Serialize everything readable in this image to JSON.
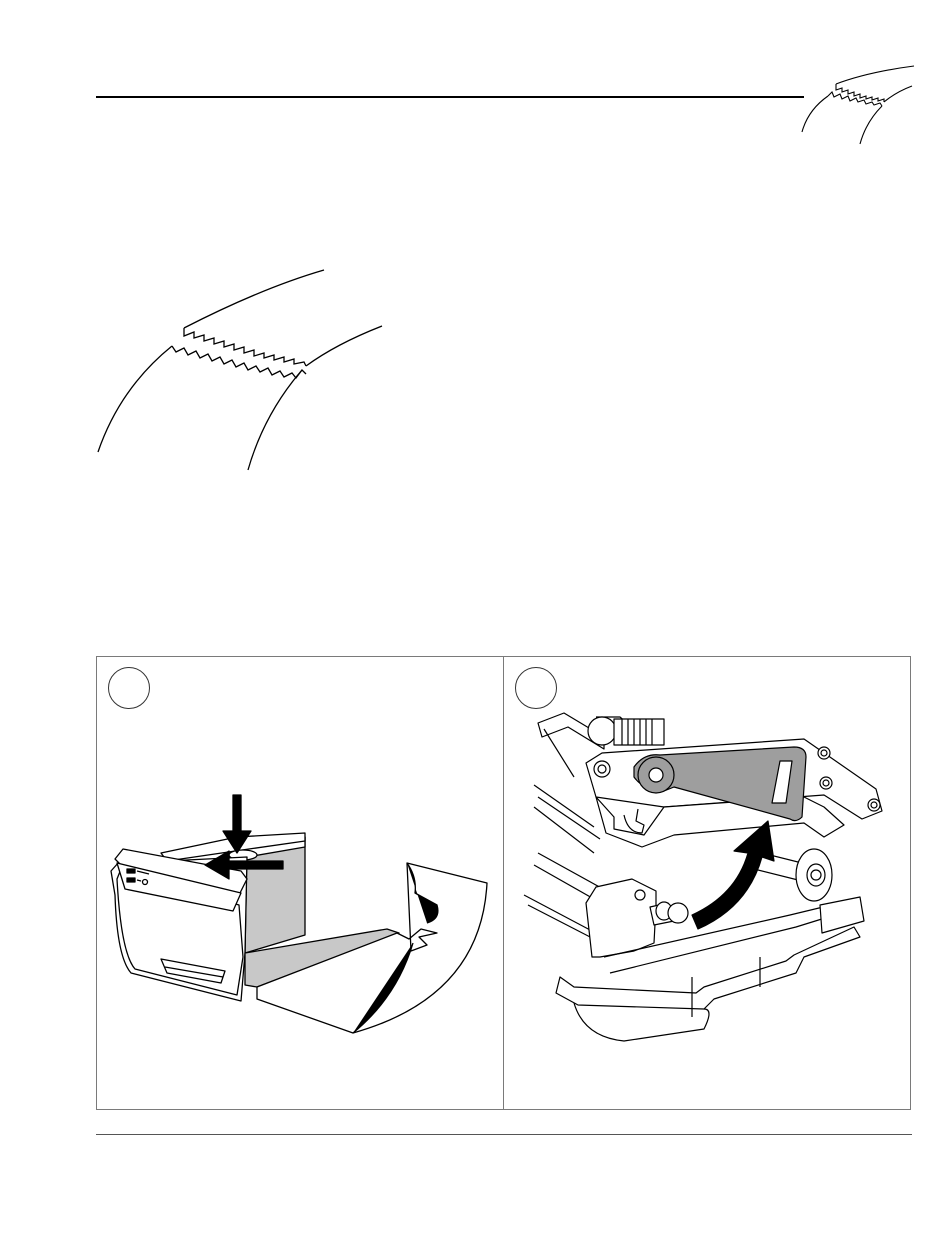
{
  "page": {
    "header_rule": "present",
    "footer_rule": "present",
    "background": "#ffffff"
  },
  "figure": {
    "steps": [
      {
        "number": "",
        "illustration": "printer-open-cover-release"
      },
      {
        "number": "",
        "illustration": "printhead-lift-lever"
      }
    ],
    "colors": {
      "line": "#000000",
      "fill_gray": "#c8c8c8",
      "panel_border": "#7a7a7a"
    },
    "icons": [
      "torn-paper-icon",
      "down-arrow-icon",
      "left-arrow-icon",
      "curved-arrow-icon"
    ]
  }
}
